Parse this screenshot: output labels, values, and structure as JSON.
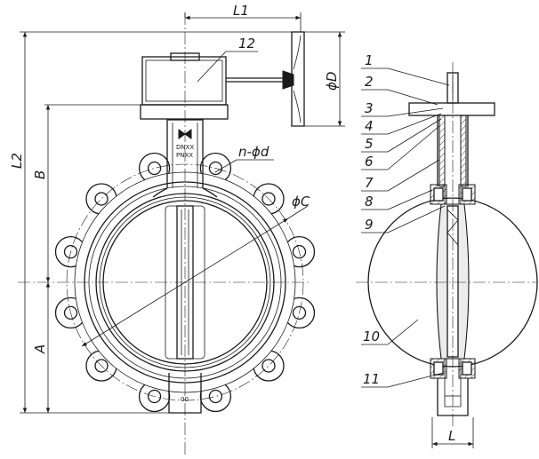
{
  "dimensions": {
    "L1": "L1",
    "L2": "L2",
    "B": "B",
    "A": "A",
    "D": "ϕD",
    "C": "ϕC",
    "nd": "n-ϕd",
    "L": "L"
  },
  "neck_marks": {
    "dn": "DNXX",
    "pn": "PNXX"
  },
  "bottom_mark": "00",
  "parts": [
    "1",
    "2",
    "3",
    "4",
    "5",
    "6",
    "7",
    "8",
    "9",
    "10",
    "11",
    "12"
  ]
}
